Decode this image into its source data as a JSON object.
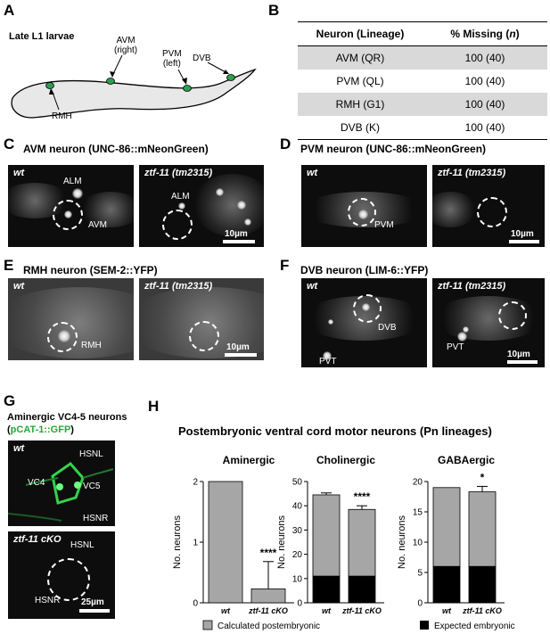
{
  "panels": {
    "A": {
      "label": "A",
      "title": "Late L1 larvae",
      "neurons": [
        "AVM\n(right)",
        "PVM\n(left)",
        "DVB",
        "RMH"
      ],
      "worm_color": "#e8e8e8",
      "cell_color": "#2e9e4e"
    },
    "B": {
      "label": "B",
      "header": [
        "Neuron (Lineage)",
        "% Missing (n)"
      ],
      "rows": [
        [
          "AVM (QR)",
          "100 (40)"
        ],
        [
          "PVM (QL)",
          "100 (40)"
        ],
        [
          "RMH (G1)",
          "100 (40)"
        ],
        [
          "DVB (K)",
          "100 (40)"
        ]
      ]
    },
    "C": {
      "label": "C",
      "title": "AVM neuron (UNC-86::mNeonGreen)",
      "left_geno": "wt",
      "right_geno": "ztf-11 (tm2315)",
      "left_cells": [
        "ALM",
        "AVM"
      ],
      "right_cells": [
        "ALM"
      ],
      "scale": "10µm"
    },
    "D": {
      "label": "D",
      "title": "PVM neuron (UNC-86::mNeonGreen)",
      "left_geno": "wt",
      "right_geno": "ztf-11 (tm2315)",
      "left_cells": [
        "PVM"
      ],
      "scale": "10µm"
    },
    "E": {
      "label": "E",
      "title": "RMH neuron (SEM-2::YFP)",
      "left_geno": "wt",
      "right_geno": "ztf-11 (tm2315)",
      "left_cells": [
        "RMH"
      ],
      "scale": "10µm"
    },
    "F": {
      "label": "F",
      "title": "DVB neuron (LIM-6::YFP)",
      "left_geno": "wt",
      "right_geno": "ztf-11 (tm2315)",
      "left_cells": [
        "DVB",
        "PVT"
      ],
      "right_cells": [
        "PVT"
      ],
      "scale": "10µm"
    },
    "G": {
      "label": "G",
      "title_line1": "Aminergic VC4-5 neurons",
      "title_paren_open": "(",
      "title_reporter": "pCAT-1::GFP",
      "title_paren_close": ")",
      "reporter_color": "#22a83a",
      "top_geno": "wt",
      "top_cells": [
        "HSNL",
        "VC4",
        "VC5",
        "HSNR"
      ],
      "bottom_geno": "ztf-11 cKO",
      "bottom_cells": [
        "HSNL",
        "HSNR"
      ],
      "scale": "25µm"
    },
    "H": {
      "label": "H",
      "title": "Postembryonic ventral cord motor neurons (Pn lineages)",
      "legend": [
        {
          "label": "Calculated postembryonic",
          "color": "#a6a6a6"
        },
        {
          "label": "Expected embryonic",
          "color": "#000000"
        }
      ]
    }
  },
  "chart_data": [
    {
      "type": "bar",
      "title": "Aminergic",
      "ylabel": "No. neurons",
      "categories": [
        "wt",
        "ztf-11 cKO"
      ],
      "ylim": [
        0,
        2
      ],
      "yticks": [
        0,
        1,
        2
      ],
      "series": [
        {
          "name": "Calculated postembryonic",
          "values": [
            2,
            0.23
          ],
          "error": [
            0,
            0.45
          ],
          "color": "#a6a6a6"
        }
      ],
      "significance": "****"
    },
    {
      "type": "bar",
      "title": "Cholinergic",
      "ylabel": "No. neurons",
      "categories": [
        "wt",
        "ztf-11 cKO"
      ],
      "ylim": [
        0,
        50
      ],
      "yticks": [
        0,
        10,
        20,
        30,
        40,
        50
      ],
      "series": [
        {
          "name": "Expected embryonic",
          "values": [
            11,
            11
          ],
          "color": "#000000"
        },
        {
          "name": "Calculated postembryonic",
          "values": [
            33.5,
            27.5
          ],
          "error": [
            0.8,
            1.5
          ],
          "color": "#a6a6a6"
        }
      ],
      "stacked": true,
      "significance": "****"
    },
    {
      "type": "bar",
      "title": "GABAergic",
      "ylabel": "No. neurons",
      "categories": [
        "wt",
        "ztf-11 cKO"
      ],
      "ylim": [
        0,
        20
      ],
      "yticks": [
        0,
        5,
        10,
        15,
        20
      ],
      "series": [
        {
          "name": "Expected embryonic",
          "values": [
            6,
            6
          ],
          "color": "#000000"
        },
        {
          "name": "Calculated postembryonic",
          "values": [
            13,
            12.3
          ],
          "error": [
            0,
            0.9
          ],
          "color": "#a6a6a6"
        }
      ],
      "stacked": true,
      "significance": "*"
    }
  ]
}
